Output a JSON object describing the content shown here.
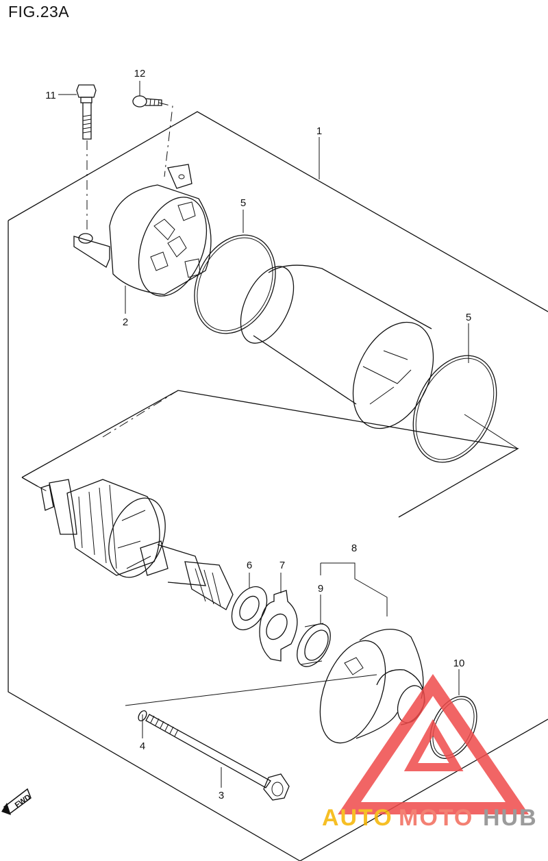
{
  "figure": {
    "title": "FIG.23A"
  },
  "parts": [
    {
      "id": "1",
      "label": "1"
    },
    {
      "id": "2",
      "label": "2"
    },
    {
      "id": "3",
      "label": "3"
    },
    {
      "id": "4",
      "label": "4"
    },
    {
      "id": "5a",
      "label": "5"
    },
    {
      "id": "5b",
      "label": "5"
    },
    {
      "id": "6",
      "label": "6"
    },
    {
      "id": "7",
      "label": "7"
    },
    {
      "id": "8",
      "label": "8"
    },
    {
      "id": "9",
      "label": "9"
    },
    {
      "id": "10",
      "label": "10"
    },
    {
      "id": "11",
      "label": "11"
    },
    {
      "id": "12",
      "label": "12"
    }
  ],
  "direction_badge": {
    "label": "FWD"
  },
  "watermark": {
    "part1": "AUTO",
    "part2": "MOTO",
    "part3": "HUB",
    "colors": {
      "auto": "#f5b400",
      "moto": "#f26b5b",
      "hub": "#8a8a8a",
      "triangle": "#ef4b4b"
    }
  }
}
